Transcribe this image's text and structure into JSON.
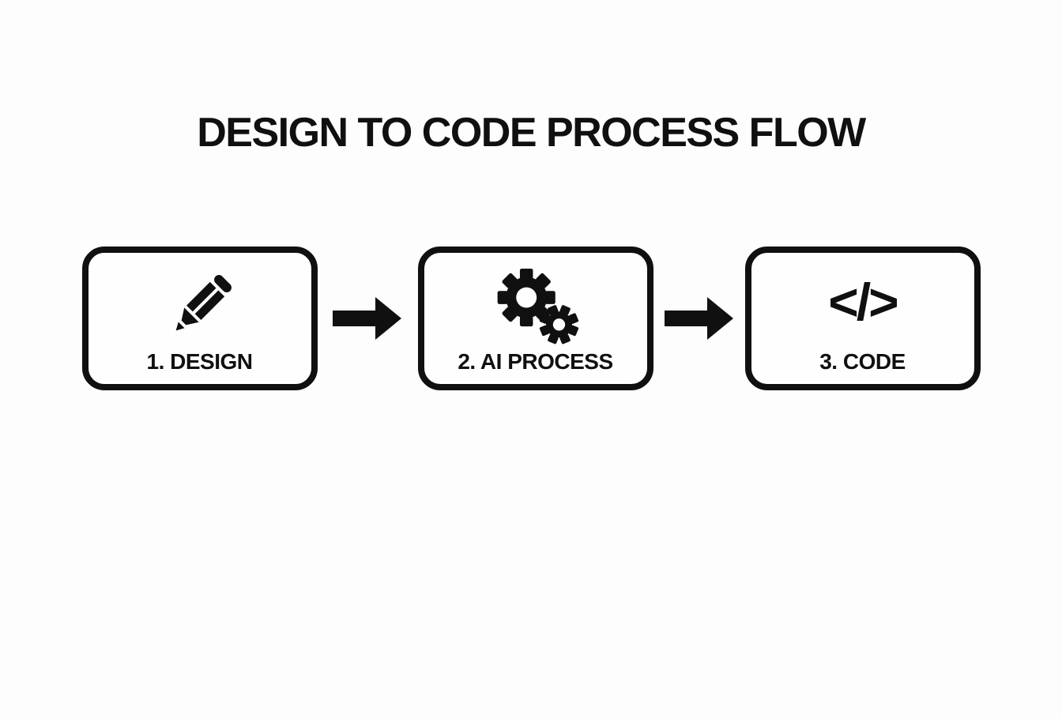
{
  "title": "DESIGN TO CODE PROCESS FLOW",
  "colors": {
    "ink": "#101010",
    "background": "#fdfdfd"
  },
  "steps": [
    {
      "label": "1. DESIGN",
      "icon": "pencil-icon"
    },
    {
      "label": "2. AI PROCESS",
      "icon": "gears-icon"
    },
    {
      "label": "3. CODE",
      "icon": "code-icon"
    }
  ],
  "code_glyph": "</>",
  "connectors": [
    {
      "type": "arrow-right"
    },
    {
      "type": "arrow-right"
    }
  ]
}
